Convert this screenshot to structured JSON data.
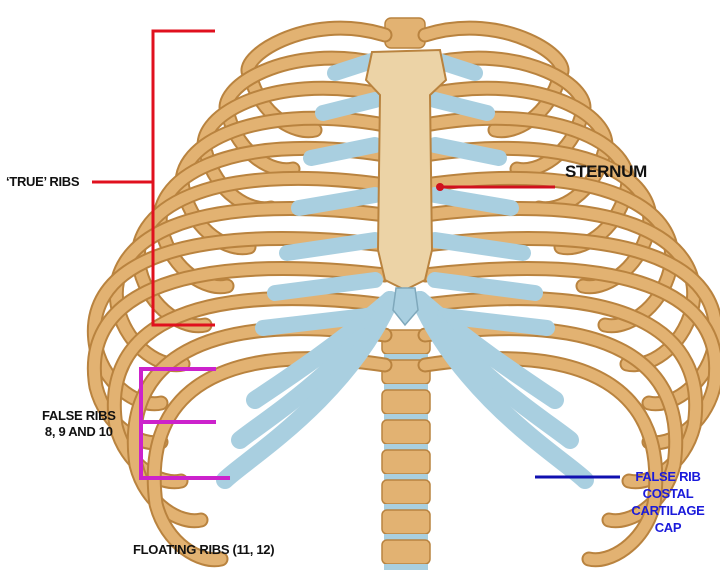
{
  "labels": {
    "true_ribs": "‘TRUE’ RIBS",
    "sternum": "STERNUM",
    "false_ribs_line1": "FALSE RIBS",
    "false_ribs_line2": "8, 9 AND 10",
    "false_rib_cap_line1": "FALSE RIB",
    "false_rib_cap_line2": "COSTAL",
    "false_rib_cap_line3": "CARTILAGE",
    "false_rib_cap_line4": "CAP",
    "floating_ribs": "FLOATING RIBS (11, 12)"
  },
  "colors": {
    "true_ribs_bracket": "#e0101e",
    "sternum_pointer": "#d0101e",
    "false_ribs_bracket": "#cc22cc",
    "cartilage_pointer": "#1010b0",
    "bone": "#e2b272",
    "bone_dark": "#b9833f",
    "cartilage": "#a9cfe0"
  }
}
